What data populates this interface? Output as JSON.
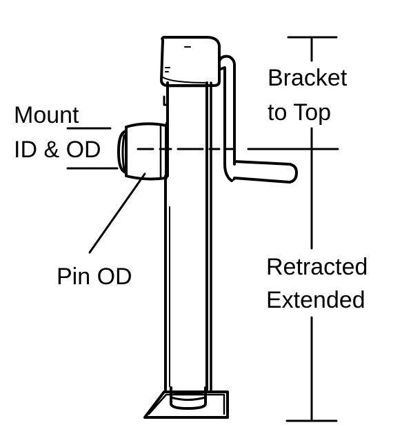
{
  "labels": {
    "mount_line1": "Mount",
    "mount_line2": "ID & OD",
    "pin": "Pin OD",
    "bracket_line1": "Bracket",
    "bracket_line2": "to Top",
    "retracted": "Retracted",
    "extended": "Extended"
  },
  "colors": {
    "stroke": "#000000",
    "background": "#ffffff"
  }
}
